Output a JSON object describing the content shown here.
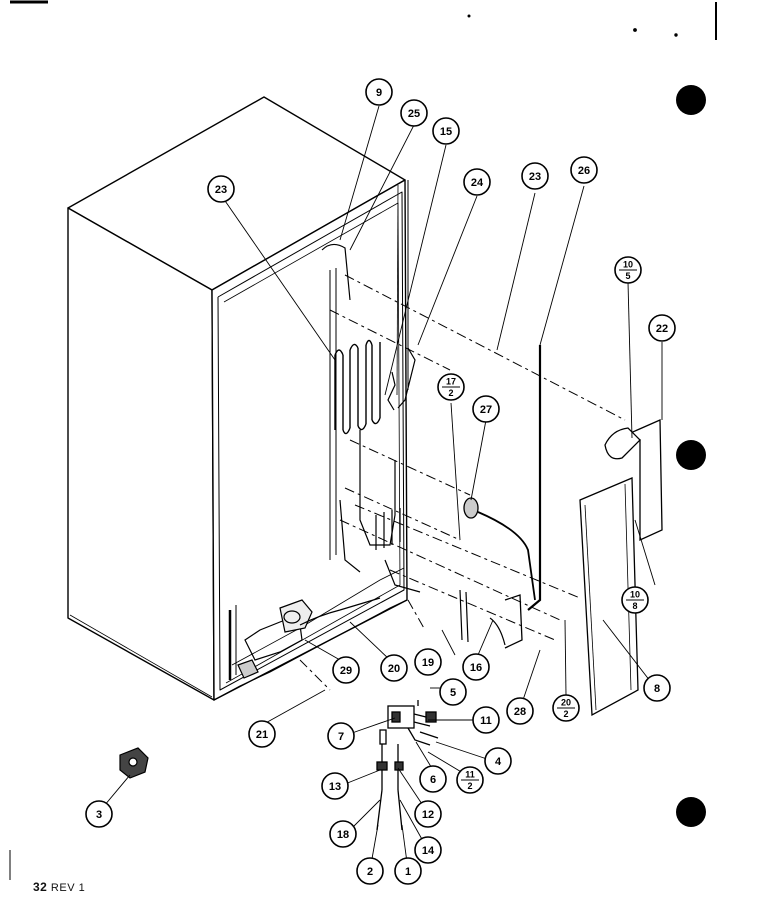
{
  "footer": {
    "page": "32",
    "revision": "REV 1"
  },
  "callouts": [
    {
      "id": "9",
      "label": "9"
    },
    {
      "id": "25",
      "label": "25"
    },
    {
      "id": "15",
      "label": "15"
    },
    {
      "id": "24",
      "label": "24"
    },
    {
      "id": "23a",
      "label": "23"
    },
    {
      "id": "23b",
      "label": "23"
    },
    {
      "id": "26",
      "label": "26"
    },
    {
      "id": "10-5",
      "top": "10",
      "bottom": "5"
    },
    {
      "id": "22",
      "label": "22"
    },
    {
      "id": "17-2",
      "top": "17",
      "bottom": "2"
    },
    {
      "id": "27",
      "label": "27"
    },
    {
      "id": "10-8",
      "top": "10",
      "bottom": "8"
    },
    {
      "id": "8",
      "label": "8"
    },
    {
      "id": "19",
      "label": "19"
    },
    {
      "id": "16",
      "label": "16"
    },
    {
      "id": "20",
      "label": "20"
    },
    {
      "id": "29",
      "label": "29"
    },
    {
      "id": "20-2",
      "top": "20",
      "bottom": "2"
    },
    {
      "id": "28",
      "label": "28"
    },
    {
      "id": "5",
      "label": "5"
    },
    {
      "id": "11",
      "label": "11"
    },
    {
      "id": "21",
      "label": "21"
    },
    {
      "id": "7",
      "label": "7"
    },
    {
      "id": "4",
      "label": "4"
    },
    {
      "id": "6",
      "label": "6"
    },
    {
      "id": "11-2",
      "top": "11",
      "bottom": "2"
    },
    {
      "id": "13",
      "label": "13"
    },
    {
      "id": "12",
      "label": "12"
    },
    {
      "id": "3",
      "label": "3"
    },
    {
      "id": "18",
      "label": "18"
    },
    {
      "id": "14",
      "label": "14"
    },
    {
      "id": "2",
      "label": "2"
    },
    {
      "id": "1",
      "label": "1"
    }
  ]
}
